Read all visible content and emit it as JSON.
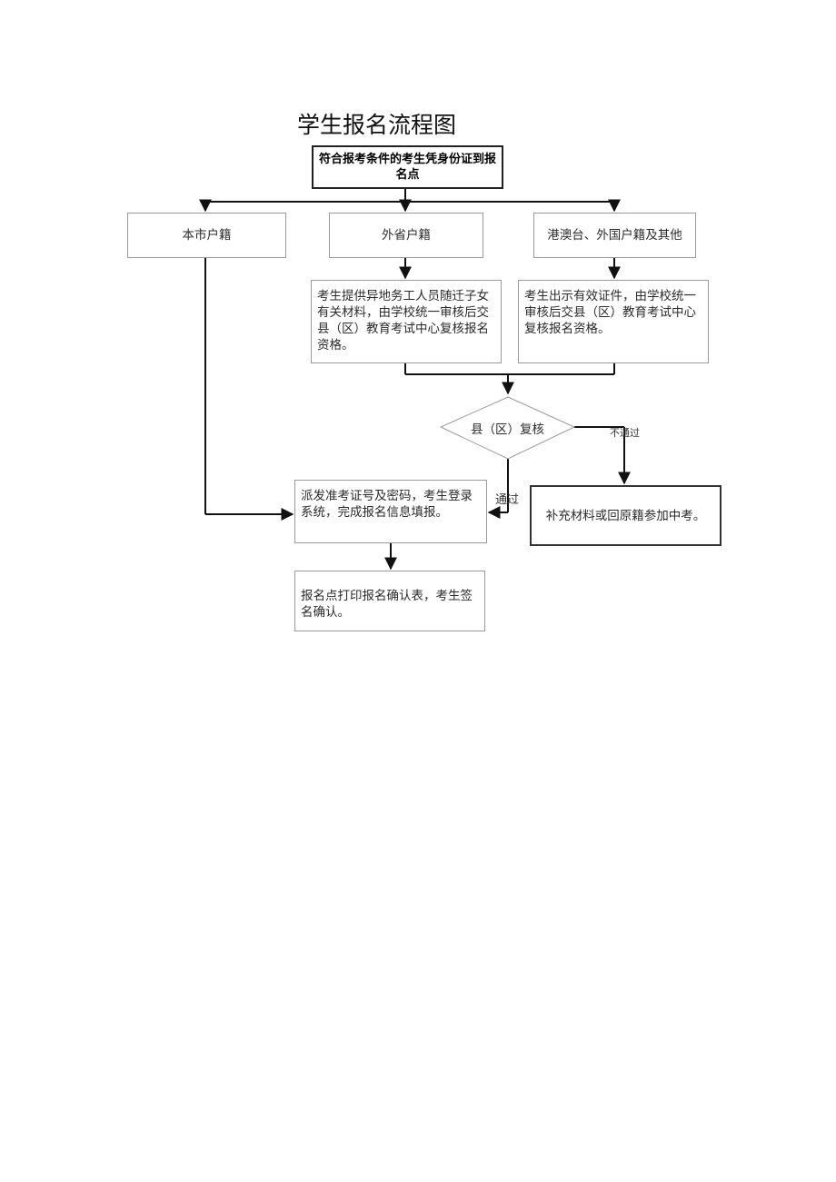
{
  "title": "学生报名流程图",
  "nodes": {
    "start": "符合报考条件的考生凭身份证到报名点",
    "local": "本市户籍",
    "other_province": "外省户籍",
    "hk_macao_foreign": "港澳台、外国户籍及其他",
    "migrant_materials": "考生提供异地务工人员随迁子女有关材料，由学校统一审核后交县（区）教育考试中心复核报名资格。",
    "show_documents": "考生出示有效证件，由学校统一审核后交县（区）教育考试中心复核报名资格。",
    "county_review": "县（区）复核",
    "issue_password": "派发准考证号及密码，考生登录系统，完成报名信息填报。",
    "supplement": "补充材料或回原籍参加中考。",
    "print_confirm": "报名点打印报名确认表，考生签名确认。"
  },
  "edges": {
    "pass": "通过",
    "fail": "不通过"
  }
}
